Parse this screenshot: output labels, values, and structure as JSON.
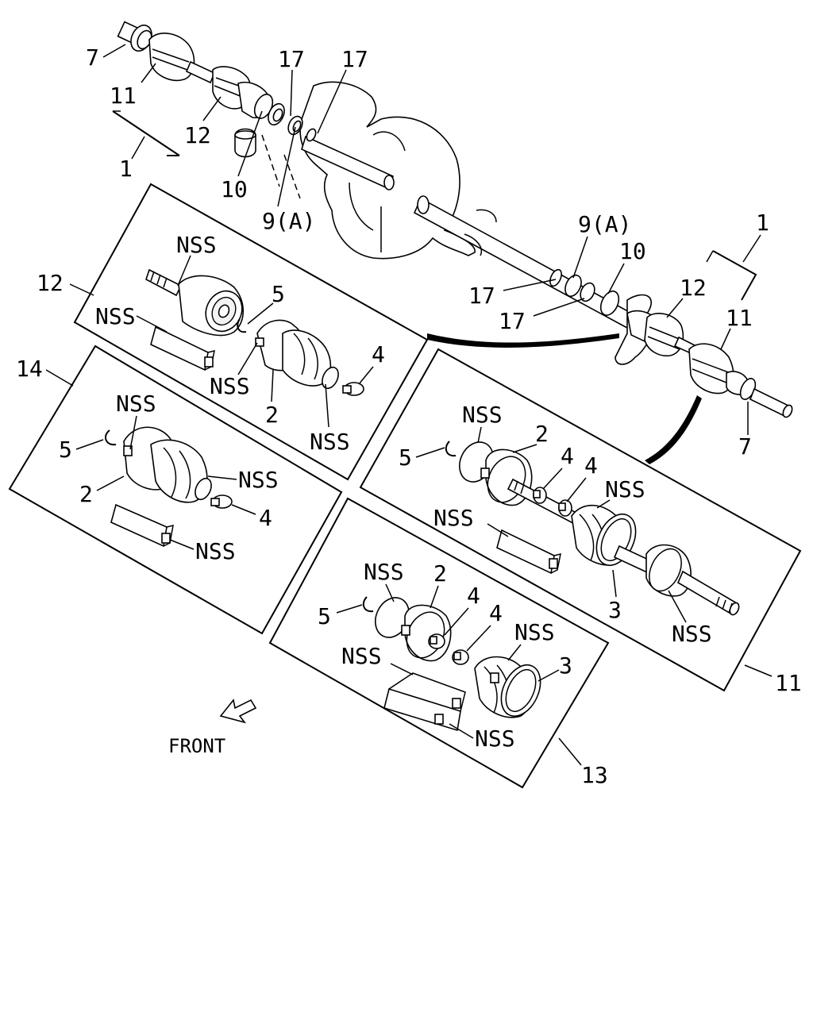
{
  "callouts": {
    "c1_top": "1",
    "c1_right": "1",
    "c2_box12": "2",
    "c2_box14": "2",
    "c2_box11": "2",
    "c2_box13": "2",
    "c3_box11": "3",
    "c3_box13": "3",
    "c4_box12": "4",
    "c4_box14": "4",
    "c4a_box11": "4",
    "c4b_box11": "4",
    "c4a_box13": "4",
    "c4b_box13": "4",
    "c5_box12": "5",
    "c5_box14": "5",
    "c5_box11": "5",
    "c5_box13": "5",
    "c7_top": "7",
    "c7_right": "7",
    "c9a_left": "9(A)",
    "c9a_right": "9(A)",
    "c10_left": "10",
    "c10_right": "10",
    "c11_top": "11",
    "c11_right": "11",
    "c11_box": "11",
    "c12_top": "12",
    "c12_right": "12",
    "c12_box": "12",
    "c13_box": "13",
    "c14_box": "14",
    "c17_a": "17",
    "c17_b": "17",
    "c17_c": "17",
    "c17_d": "17",
    "nss": "NSS",
    "front": "FRONT"
  }
}
